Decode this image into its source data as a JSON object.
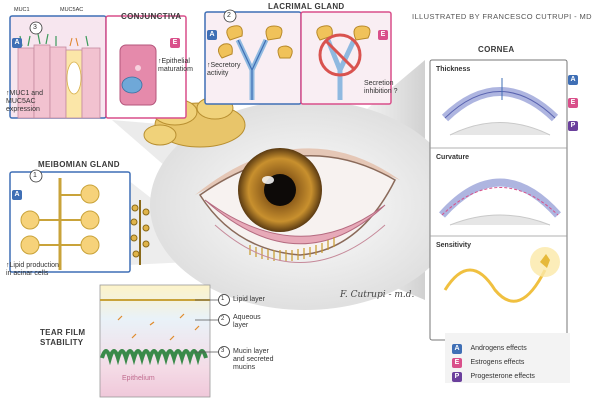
{
  "credit": "ILLUSTRATED BY FRANCESCO CUTRUPI - MD",
  "signature": "F. Cutrupi - m.d.",
  "conjunctiva": {
    "title": "CONJUNCTIVA",
    "number": "3",
    "label_muc1": "MUC1",
    "label_muc5ac": "MUC5AC",
    "androgen_text_line1": "↑MUC1 and",
    "androgen_text_line2": "MUC5AC",
    "androgen_text_line3": "expression",
    "estrogen_text_line1": "↑Epithelial",
    "estrogen_text_line2": "maturatiom"
  },
  "lacrimal_gland": {
    "title": "LACRIMAL GLAND",
    "number": "2",
    "androgen_text_line1": "↑Secretory",
    "androgen_text_line2": "activity",
    "estrogen_text_line1": "Secretion",
    "estrogen_text_line2": "inhibition ?"
  },
  "cornea": {
    "title": "CORNEA",
    "thickness": "Thickness",
    "curvature": "Curvature",
    "sensitivity": "Sensitivity"
  },
  "meibomian_gland": {
    "title": "MEIBOMIAN GLAND",
    "number": "1",
    "text_line1": "↑Lipid production",
    "text_line2": "in acinar cells"
  },
  "tear_film": {
    "title_line1": "TEAR FILM",
    "title_line2": "STABILITY",
    "epithelium": "Epithelium",
    "layers": [
      {
        "number": "1",
        "line1": "Lipid layer",
        "line2": ""
      },
      {
        "number": "2",
        "line1": "Aqueous",
        "line2": "layer"
      },
      {
        "number": "3",
        "line1": "Mucin layer",
        "line2": "and secreted",
        "line3": "mucins"
      }
    ]
  },
  "badges": {
    "androgen": "A",
    "estrogen": "E",
    "progesterone": "P"
  },
  "legend": [
    {
      "badge": "A",
      "label": "Androgens effects",
      "color": "#3f6fb5"
    },
    {
      "badge": "E",
      "label": "Estrogens effects",
      "color": "#d94f8a"
    },
    {
      "badge": "P",
      "label": "Progesterone effects",
      "color": "#6a3f9c"
    }
  ],
  "colors": {
    "androgen": "#3f6fb5",
    "estrogen": "#d94f8a",
    "progesterone": "#6a3f9c"
  }
}
